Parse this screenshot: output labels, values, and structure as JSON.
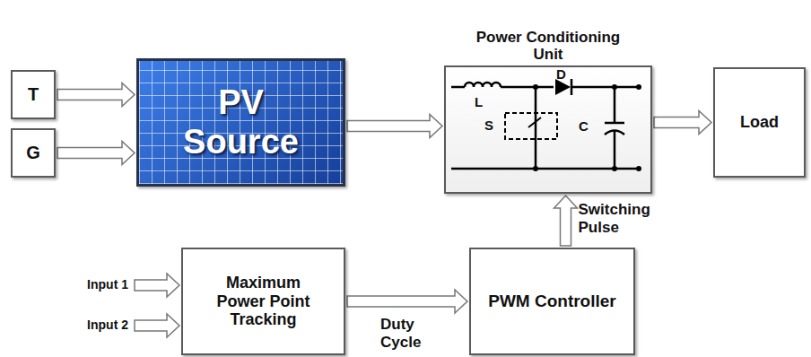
{
  "diagram": {
    "nodes": [
      {
        "text": [
          "T"
        ]
      },
      {
        "text": [
          "G"
        ]
      },
      {
        "text": [
          "PV Source"
        ]
      },
      {
        "text": [
          "Power Conditioning Unit"
        ]
      },
      {
        "text": [
          "Load"
        ]
      },
      {
        "text": [
          "Maximum Power Point Tracking"
        ]
      },
      {
        "text": [
          "PWM Controller"
        ]
      }
    ],
    "edges": [
      {
        "from": 0,
        "to": 2,
        "arrow": "to"
      },
      {
        "from": 1,
        "to": 2,
        "arrow": "to"
      },
      {
        "from": 2,
        "to": 3,
        "arrow": "to"
      },
      {
        "from": 3,
        "to": 4,
        "arrow": "to"
      },
      {
        "from": 5,
        "to": 6,
        "label": "Duty Cycle",
        "arrow": "to"
      },
      {
        "from": 6,
        "to": 3,
        "label": "Switching Pulse",
        "arrow": "to"
      }
    ],
    "labels": [
      "L",
      "D",
      "S",
      "C",
      "Input 1",
      "Input 2"
    ]
  }
}
